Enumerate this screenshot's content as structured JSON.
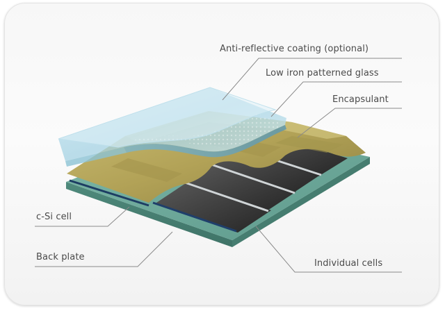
{
  "labels": {
    "anti_reflective": "Anti-reflective coating (optional)",
    "glass": "Low iron patterned glass",
    "encapsulant": "Encapsulant",
    "csi_cell": "c-Si cell",
    "back_plate": "Back plate",
    "individual_cells": "Individual cells"
  },
  "colors": {
    "back_plate": "#5f9d8f",
    "encapsulant": "#b7a85c",
    "cell": "#3a3a3a",
    "glass": "#a9d4e3",
    "leader_line": "#8a8a8a"
  }
}
